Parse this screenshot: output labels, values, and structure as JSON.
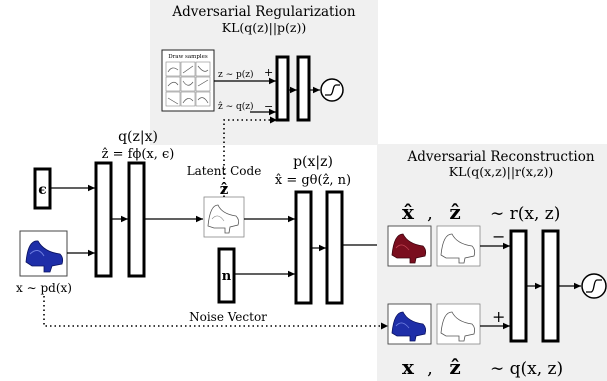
{
  "regularization_panel": {
    "title": "Adversarial Regularization",
    "formula": "KL(q(z)||p(z))",
    "samples_label": "Draw samples",
    "pos_input": "z ∼ p(z)",
    "pos_sign": "+",
    "neg_input": "ẑ ∼ q(z)",
    "neg_sign": "−"
  },
  "encoder": {
    "distribution": "q(z|x)",
    "mapping": "ẑ = fϕ(x, ϵ)",
    "noise_symbol": "ϵ",
    "input_label": "x ∼ pd(x)"
  },
  "latent": {
    "caption": "Latent Code",
    "symbol": "ẑ"
  },
  "decoder": {
    "distribution": "p(x|z)",
    "mapping": "x̂ = gθ(ẑ, n)",
    "noise_symbol": "n",
    "noise_caption": "Noise Vector"
  },
  "reconstruction_panel": {
    "title": "Adversarial Reconstruction",
    "formula": "KL(q(x,z)||r(x,z))",
    "top_x": "x̂",
    "top_comma": ",",
    "top_z": "ẑ",
    "top_dist": "∼ r(x, z)",
    "top_sign": "−",
    "bottom_x": "x",
    "bottom_comma": ",",
    "bottom_z": "ẑ",
    "bottom_dist": "∼ q(x, z)",
    "bottom_sign": "+"
  },
  "colors": {
    "panel": "#f0f0f0",
    "shoe_blue": "#1e2ea8",
    "shoe_red": "#7a0e1e"
  }
}
